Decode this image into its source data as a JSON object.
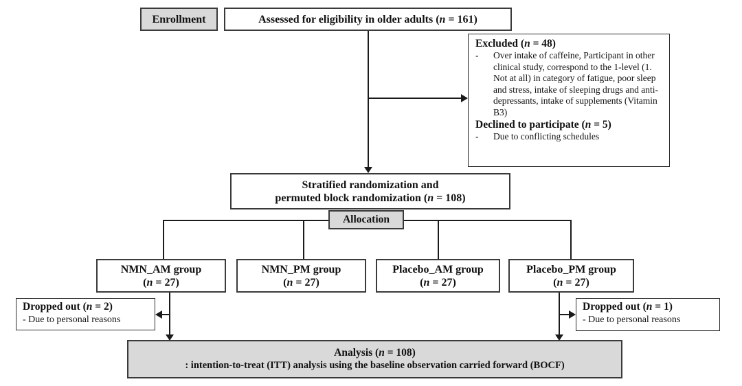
{
  "diagram": {
    "n": "n",
    "colors": {
      "box_fill_gray": "#d9d9d9",
      "box_fill_white": "#ffffff",
      "border": "#3a3a3a",
      "line": "#1a1a1a"
    },
    "enrollment": {
      "label": "Enrollment"
    },
    "assessed": {
      "pre": "Assessed for eligibility in older adults (",
      "post": " = 161)"
    },
    "excluded": {
      "title_pre": "Excluded (",
      "title_post": " = 48)",
      "bullet_dash": "-",
      "bullet": "Over intake of caffeine, Participant in other clinical study, correspond to the 1-level (1. Not at all) in category of fatigue, poor sleep and stress, intake of sleeping drugs and anti-depressants, intake of supplements (Vitamin B3)",
      "declined_pre": "Declined to participate (",
      "declined_post": " = 5)",
      "declined_dash": "-",
      "declined_bullet": "Due to conflicting schedules"
    },
    "randomization": {
      "line1": "Stratified randomization and",
      "line2_pre": "permuted block randomization (",
      "line2_post": " = 108)"
    },
    "allocation": {
      "label": "Allocation"
    },
    "groups": [
      {
        "name": "NMN_AM group",
        "count_pre": "(",
        "count_post": " = 27)"
      },
      {
        "name": "NMN_PM group",
        "count_pre": "(",
        "count_post": " = 27)"
      },
      {
        "name": "Placebo_AM group",
        "count_pre": "(",
        "count_post": " = 27)"
      },
      {
        "name": "Placebo_PM group",
        "count_pre": "(",
        "count_post": " = 27)"
      }
    ],
    "dropped_left": {
      "title_pre": "Dropped out (",
      "title_post": " = 2)",
      "reason": "- Due to personal reasons"
    },
    "dropped_right": {
      "title_pre": "Dropped out (",
      "title_post": " = 1)",
      "reason": "- Due to personal reasons"
    },
    "analysis": {
      "title_pre": "Analysis (",
      "title_post": " = 108)",
      "subtitle": ": intention-to-treat  (ITT) analysis using the baseline observation carried forward (BOCF)"
    }
  }
}
